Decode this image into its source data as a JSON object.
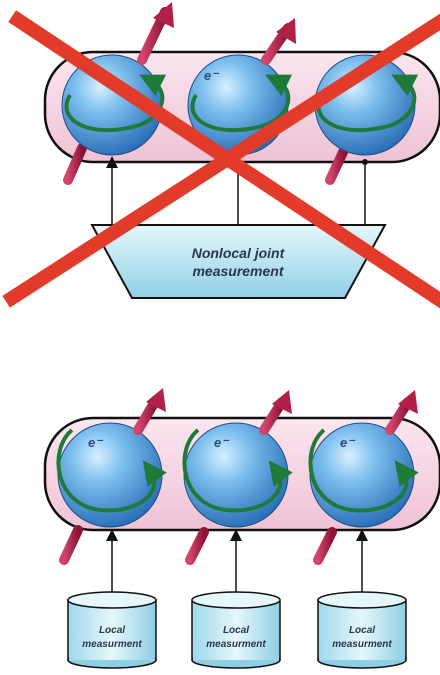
{
  "top_panel": {
    "electron_label": "e⁻",
    "measurement_label_line1": "Nonlocal joint",
    "measurement_label_line2": "measurement"
  },
  "bottom_panel": {
    "electron_label": "e⁻",
    "measurements": [
      {
        "line1": "Local",
        "line2": "measurment"
      },
      {
        "line1": "Local",
        "line2": "measurment"
      },
      {
        "line1": "Local",
        "line2": "measurment"
      }
    ]
  },
  "colors": {
    "sphere": "#5fa8e0",
    "capsule_fill": "#f7d8e8",
    "arrow": "#b2204a",
    "orbit": "#1f7a3a",
    "cross": "#e23b2a",
    "measurement_box": "#b9e3f0"
  }
}
